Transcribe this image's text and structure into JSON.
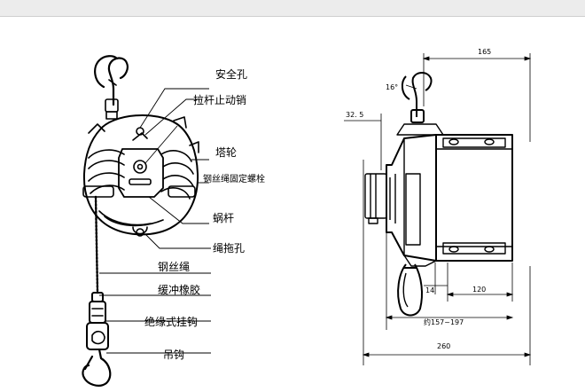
{
  "left_labels": [
    {
      "key": "safety_hole",
      "text": "安全孔"
    },
    {
      "key": "pull_rod_stop_pin",
      "text": "拉杆止动销"
    },
    {
      "key": "cone_pulley",
      "text": "塔轮"
    },
    {
      "key": "wire_rope_fixing_bolt",
      "text": "钢丝绳固定螺栓"
    },
    {
      "key": "worm",
      "text": "蜗杆"
    },
    {
      "key": "rope_drag_hole",
      "text": "绳拖孔"
    },
    {
      "key": "wire_rope",
      "text": "钢丝绳"
    },
    {
      "key": "buffer_rubber",
      "text": "缓冲橡胶"
    },
    {
      "key": "insulated_hook",
      "text": "绝缘式挂钩"
    },
    {
      "key": "lifting_hook",
      "text": "吊钩"
    }
  ],
  "dimensions": {
    "d165": "165",
    "d16": "16°",
    "d32_5": "32. 5",
    "d14": "14",
    "d120": "120",
    "d157_197": "约157~197",
    "d260": "260"
  },
  "colors": {
    "line": "#000000",
    "background": "#ffffff",
    "topbar": "#ececec"
  }
}
